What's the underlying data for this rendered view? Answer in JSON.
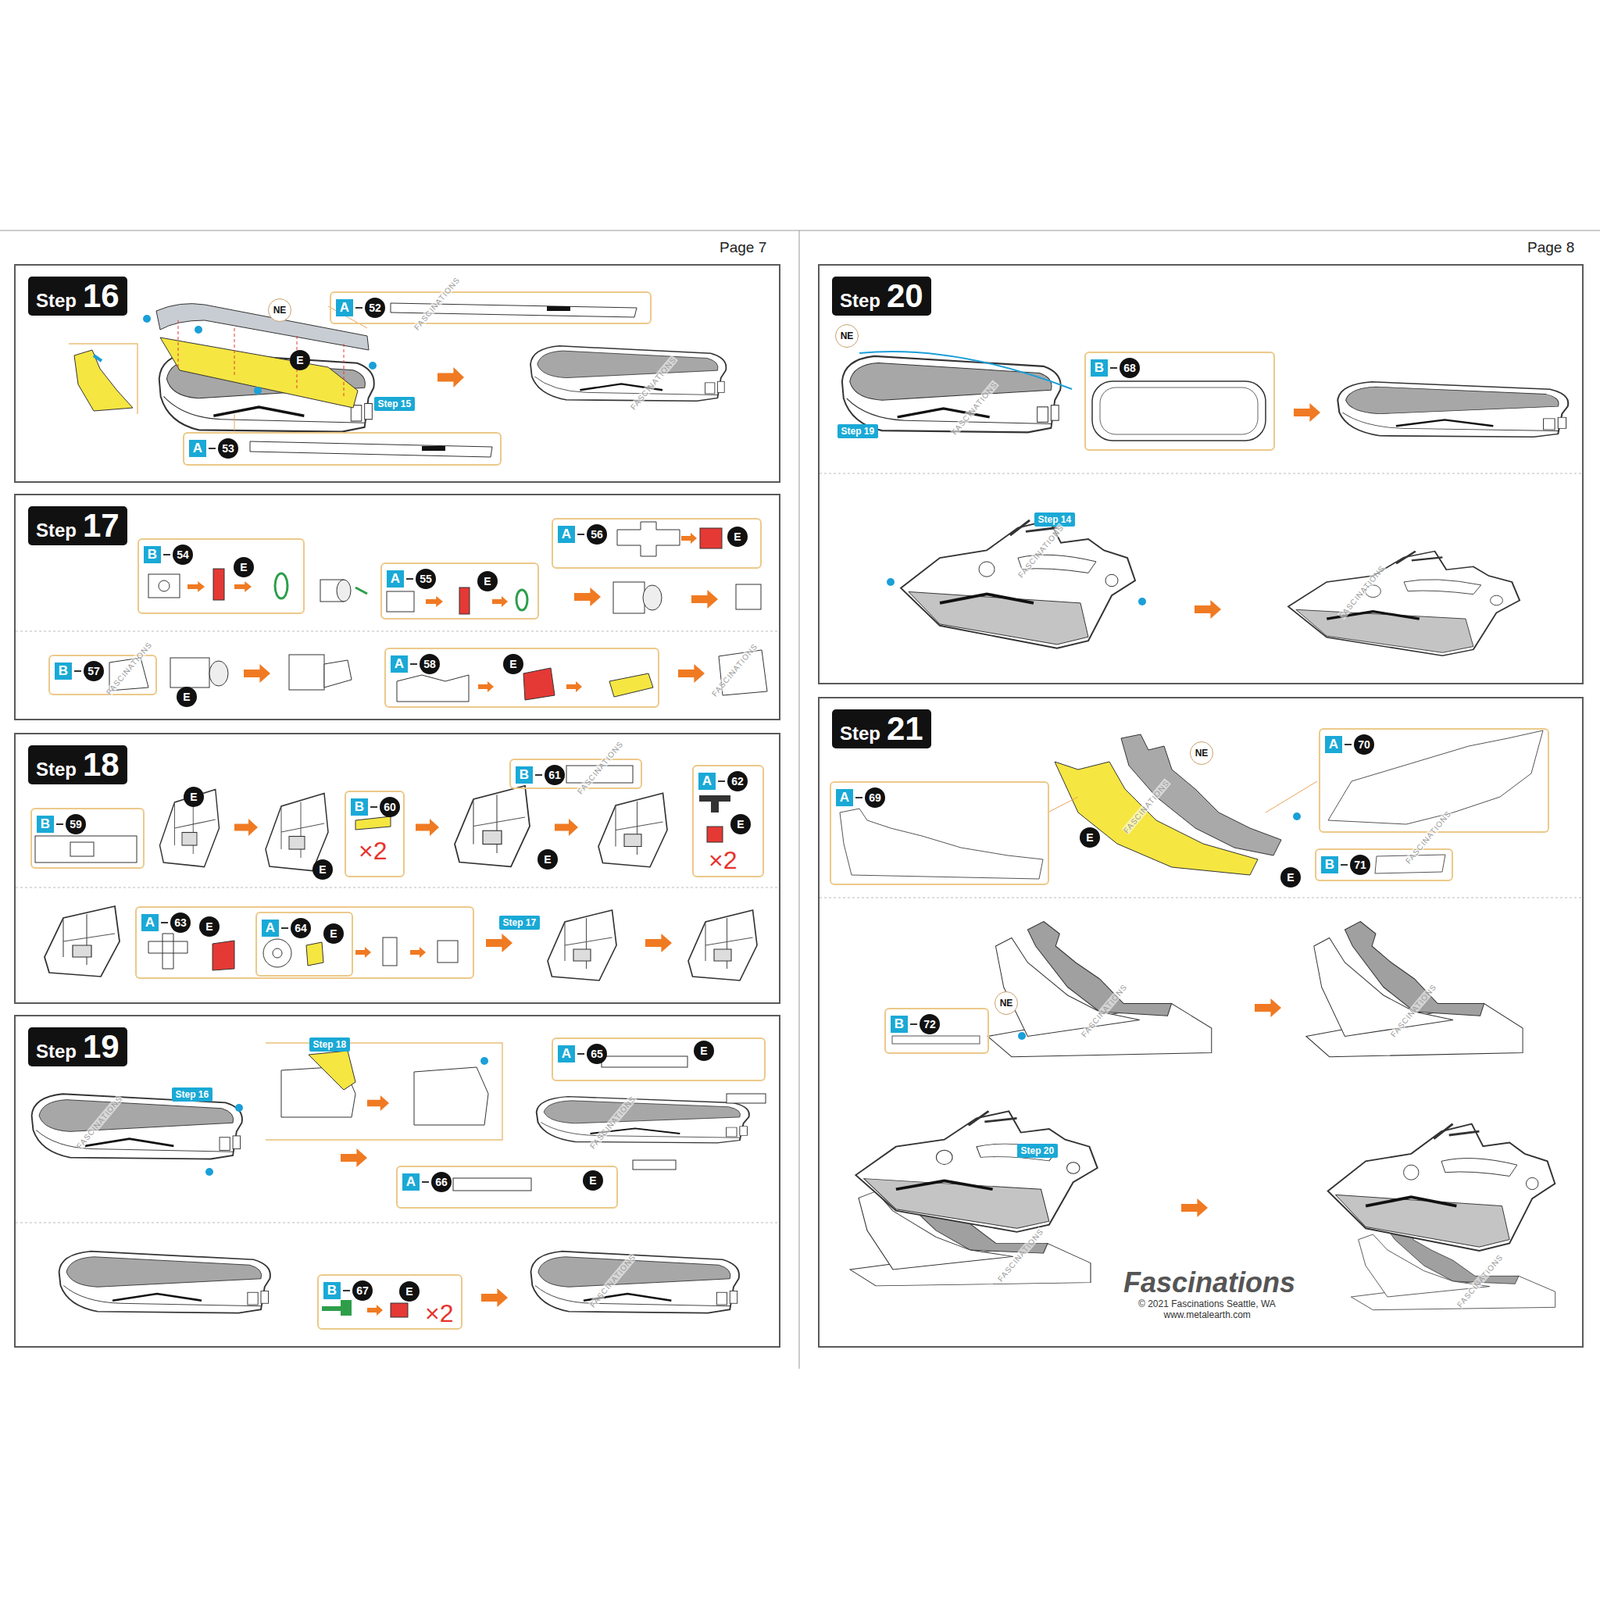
{
  "diagram": {
    "nodes": [
      {
        "text": [
          "Step",
          "16"
        ]
      },
      {
        "text": [
          "A",
          "52"
        ],
        "in": 0
      },
      {
        "text": [
          "A",
          "53"
        ],
        "in": 0
      },
      {
        "text": [
          "Step",
          "17"
        ]
      },
      {
        "text": [
          "B",
          "54"
        ],
        "in": 3
      },
      {
        "text": [
          "A",
          "55"
        ],
        "in": 3
      },
      {
        "text": [
          "A",
          "56"
        ],
        "in": 3
      },
      {
        "text": [
          "B",
          "57"
        ],
        "in": 3
      },
      {
        "text": [
          "A",
          "58"
        ],
        "in": 3
      },
      {
        "text": [
          "Step",
          "18"
        ]
      },
      {
        "text": [
          "B",
          "59"
        ],
        "in": 9
      },
      {
        "text": [
          "B",
          "60"
        ],
        "in": 9
      },
      {
        "text": [
          "B",
          "61"
        ],
        "in": 9
      },
      {
        "text": [
          "A",
          "62"
        ],
        "in": 9
      },
      {
        "text": [
          "A",
          "63"
        ],
        "in": 9
      },
      {
        "text": [
          "A",
          "64"
        ],
        "in": 14
      },
      {
        "text": [
          "Step",
          "19"
        ]
      },
      {
        "text": [
          "A",
          "65"
        ],
        "in": 16
      },
      {
        "text": [
          "A",
          "66"
        ],
        "in": 16
      },
      {
        "text": [
          "B",
          "67"
        ],
        "in": 16
      },
      {
        "text": [
          "Step",
          "20"
        ]
      },
      {
        "text": [
          "B",
          "68"
        ],
        "in": 20
      },
      {
        "text": [
          "Step",
          "21"
        ]
      },
      {
        "text": [
          "A",
          "69"
        ],
        "in": 22
      },
      {
        "text": [
          "A",
          "70"
        ],
        "in": 22
      },
      {
        "text": [
          "B",
          "71"
        ],
        "in": 22
      },
      {
        "text": [
          "B",
          "72"
        ],
        "in": 22
      }
    ],
    "labels": [
      "Page 7",
      "Page 8",
      "NE",
      "E",
      "Step 15",
      "FASCINATIONS",
      "FASCINATIONS",
      "E",
      "E",
      "E",
      "E",
      "E",
      "FASCINATIONS",
      "FASCINATIONS",
      "E",
      "E",
      "E",
      "E",
      "E",
      "E",
      "×2",
      "×2",
      "Step 17",
      "FASCINATIONS",
      "Step 16",
      "Step 18",
      "E",
      "E",
      "E",
      "×2",
      "FASCINATIONS",
      "FASCINATIONS",
      "FASCINATIONS",
      "NE",
      "Step 19",
      "Step 14",
      "FASCINATIONS",
      "FASCINATIONS",
      "FASCINATIONS",
      "NE",
      "E",
      "E",
      "NE",
      "Step 20",
      "FASCINATIONS",
      "FASCINATIONS",
      "FASCINATIONS",
      "FASCINATIONS",
      "FASCINATIONS",
      "FASCINATIONS",
      "Fascinations",
      "© 2021 Fascinations Seattle, WA",
      "www.metalearth.com"
    ]
  }
}
